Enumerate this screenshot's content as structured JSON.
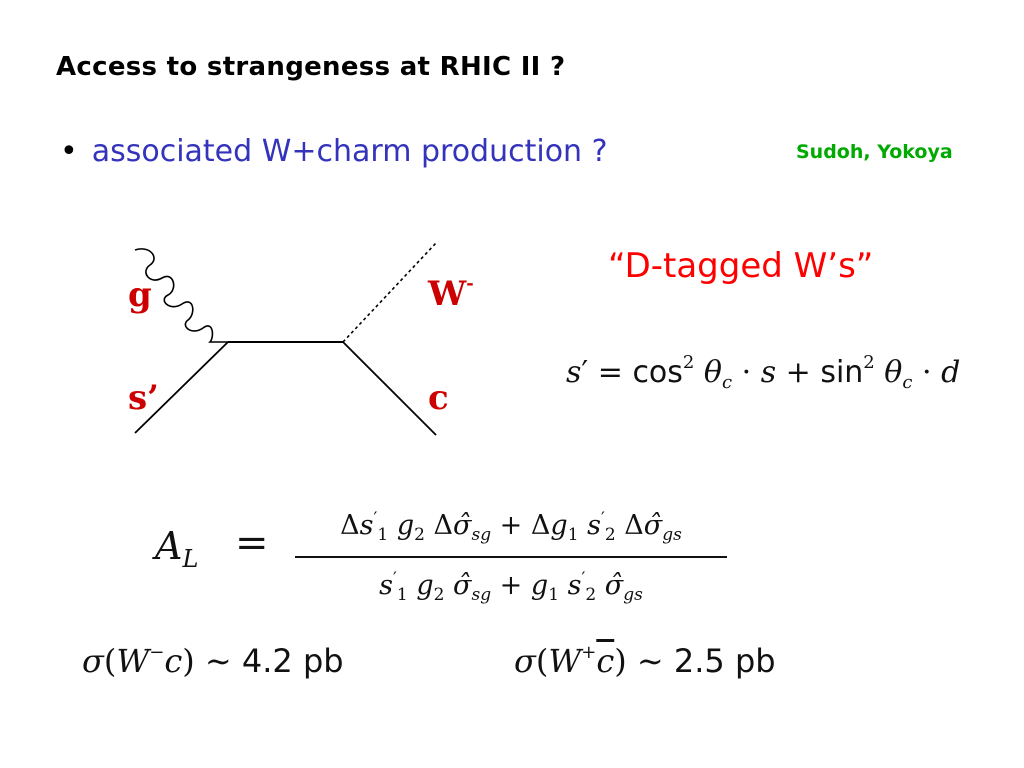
{
  "slide": {
    "title": "Access to strangeness at RHIC II ?",
    "bullet_marker": "•",
    "bullet_text": "associated W+charm production ?",
    "authors": "Sudoh, Yokoya",
    "tagline": "“D-tagged W’s”"
  },
  "diagram": {
    "label_g": "g",
    "label_s": "s’",
    "label_w": "W",
    "label_w_sup": "-",
    "label_c": "c"
  },
  "colors": {
    "title": "#000000",
    "bullet_text": "#3333bb",
    "authors": "#00aa00",
    "tagline": "#ff0000",
    "particle_labels": "#cc0000"
  }
}
